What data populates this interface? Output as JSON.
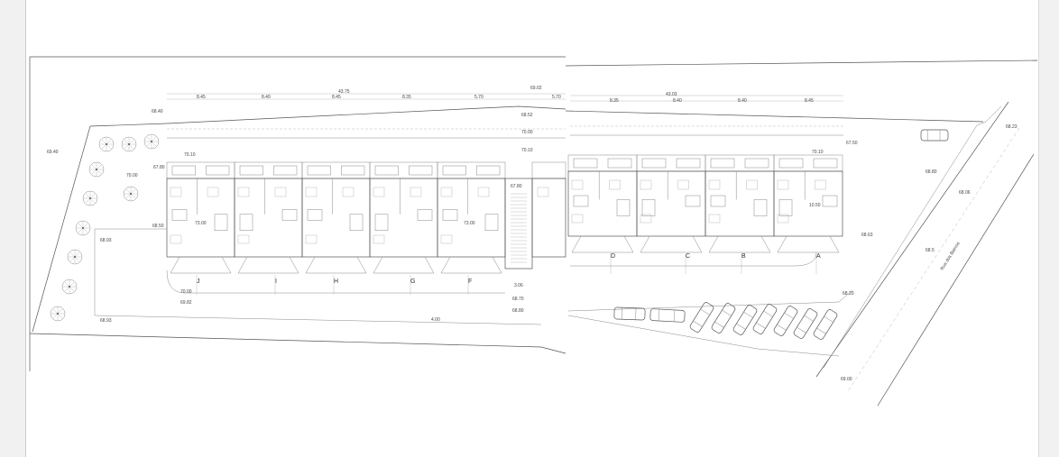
{
  "drawing": {
    "street_name": "Rua dos Bairros",
    "left_units": [
      "J",
      "I",
      "H",
      "G",
      "F"
    ],
    "right_units": [
      "D",
      "C",
      "B",
      "A"
    ],
    "dimensions_left": {
      "total": "43.75",
      "segments": [
        "8.45",
        "8.40",
        "8.45",
        "8.35",
        "5.70",
        "5.70"
      ]
    },
    "dimensions_right": {
      "total": "43.03",
      "segments": [
        "8.35",
        "8.40",
        "8.40",
        "8.45"
      ]
    },
    "elevations_left": [
      "69.02",
      "68.40",
      "69.40",
      "68.52",
      "70.00",
      "70.10",
      "70.10",
      "70.00",
      "67.80",
      "68.50",
      "73.00",
      "73.00",
      "67.80",
      "68.93",
      "70.00",
      "69.82",
      "68.70",
      "68.80",
      "3.06",
      "68.93",
      "4.00"
    ],
    "elevations_right": [
      "67.50",
      "70.10",
      "10.50",
      "68.63",
      "68.80",
      "68.06",
      "68.5",
      "68.23",
      "68.20",
      "69.00"
    ],
    "line_color": "#555555",
    "background_color": "#f1f1f1"
  }
}
